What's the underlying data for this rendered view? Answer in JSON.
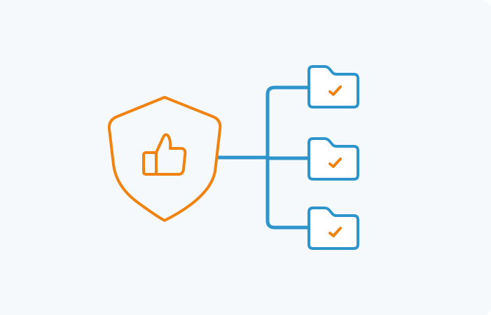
{
  "illustration": {
    "shield": {
      "icon": "shield-icon",
      "inner_icon": "thumbs-up-icon",
      "color": "#F0820F"
    },
    "connector": {
      "color": "#2E95CC"
    },
    "folders": [
      {
        "icon": "folder-icon",
        "status_icon": "checkmark-icon",
        "status": "approved"
      },
      {
        "icon": "folder-icon",
        "status_icon": "checkmark-icon",
        "status": "approved"
      },
      {
        "icon": "folder-icon",
        "status_icon": "checkmark-icon",
        "status": "approved"
      }
    ]
  },
  "colors": {
    "background": "#F6F9FC",
    "accent_orange": "#F0820F",
    "accent_blue": "#2E95CC"
  }
}
